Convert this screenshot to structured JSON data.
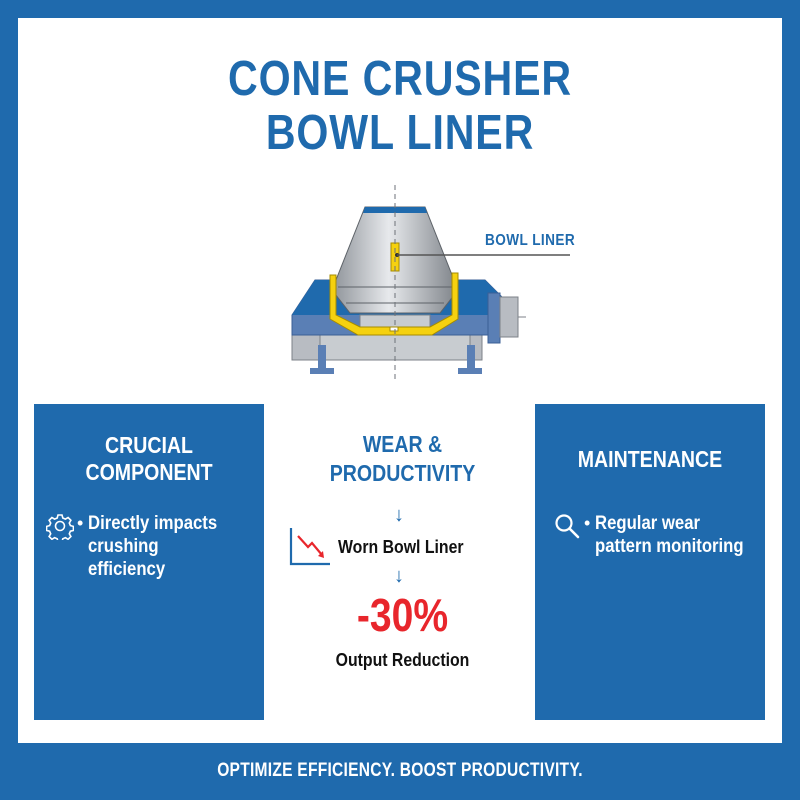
{
  "header": {
    "title_line1": "CONE CRUSHER",
    "title_line2": "BOWL LINER"
  },
  "diagram": {
    "label": "BOWL LINER",
    "icon": "cone-crusher-diagram"
  },
  "cards": [
    {
      "title": "CRUCIAL COMPONENT",
      "icon": "gear-icon",
      "bullet": "•",
      "text": "Directly impacts crushing efficiency"
    },
    {
      "title": "WEAR & PRODUCTIVITY",
      "icon": "declining-chart-icon",
      "arrow": "↓",
      "step": "Worn Bowl Liner",
      "value": "-30%",
      "value_label": "Output Reduction"
    },
    {
      "title": "MAINTENANCE",
      "icon": "magnifier-icon",
      "bullet": "•",
      "text": "Regular wear pattern monitoring"
    }
  ],
  "footer": {
    "tagline": "OPTIMIZE EFFICIENCY. BOOST PRODUCTIVITY."
  },
  "colors": {
    "brand_blue": "#1f6aad",
    "alert_red": "#e8262c",
    "liner_yellow": "#f5d10f",
    "steel_gray": "#b8bcc2"
  }
}
